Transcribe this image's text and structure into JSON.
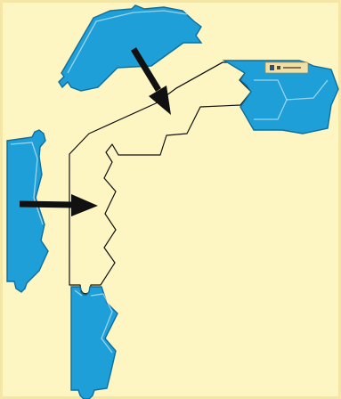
{
  "colors": {
    "background": "#fdf5c2",
    "background_edge": "#f3e6a6",
    "piece_fill": "#1e9fd8",
    "piece_stroke": "#0f6e9c",
    "outline": "#111111",
    "arrow": "#111111"
  },
  "labels": {
    "plate_mark": "",
    "plate_text": ""
  },
  "pieces": [
    {
      "name": "top-floating-piece",
      "shape": "hexagonal-half with two knobs"
    },
    {
      "name": "left-floating-piece",
      "shape": "tall strip with right zigzag edge"
    },
    {
      "name": "bottom-placed-piece",
      "shape": "tall strip with right zigzag edge"
    },
    {
      "name": "right-placed-piece",
      "shape": "hexagon cluster"
    }
  ],
  "arrows": [
    {
      "name": "down-right-arrow",
      "direction": "down-right"
    },
    {
      "name": "right-arrow",
      "direction": "right"
    }
  ]
}
